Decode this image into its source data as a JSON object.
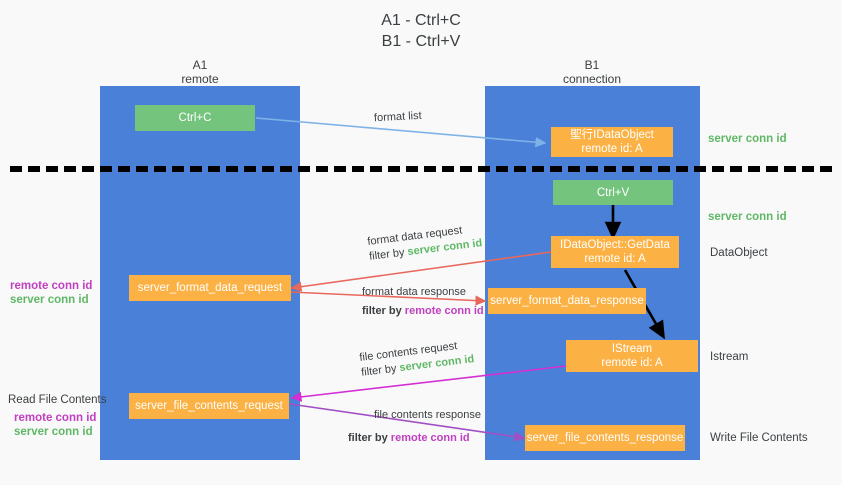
{
  "title": {
    "line1": "A1 - Ctrl+C",
    "line2": "B1 - Ctrl+V"
  },
  "lanes": [
    {
      "id": "a1",
      "name": "A1",
      "sub": "remote",
      "color": "#4a80d8"
    },
    {
      "id": "b1",
      "name": "B1",
      "sub": "connection",
      "color": "#4a80d8"
    }
  ],
  "nodes": {
    "ctrl_c": {
      "line1": "Ctrl+C",
      "color": "#74c47d"
    },
    "idataobject_top": {
      "line1": "堲行IDataObject",
      "line2": "remote id: A",
      "color": "#fbb144"
    },
    "ctrl_v": {
      "line1": "Ctrl+V",
      "color": "#74c47d"
    },
    "idataobject_getdata": {
      "line1": "IDataObject::GetData",
      "line2": "remote id: A",
      "color": "#fbb144"
    },
    "server_format_data_request": {
      "line1": "server_format_data_request",
      "color": "#fbb144"
    },
    "server_format_data_response": {
      "line1": "server_format_data_response",
      "color": "#fbb144"
    },
    "istream": {
      "line1": "IStream",
      "line2": "remote id: A",
      "color": "#fbb144"
    },
    "server_file_contents_request": {
      "line1": "server_file_contents_request",
      "color": "#fbb144"
    },
    "server_file_contents_response": {
      "line1": "server_file_contents_response",
      "color": "#fbb144"
    }
  },
  "right_labels": {
    "server_conn_id_1": "server conn id",
    "server_conn_id_2": "server conn id",
    "dataobject": "DataObject",
    "istream": "Istream",
    "write_file_contents": "Write File Contents"
  },
  "left_labels": {
    "remote_conn_id_1": "remote conn id",
    "server_conn_id_1": "server conn id",
    "read_file_contents": "Read File Contents",
    "remote_conn_id_2": "remote conn id",
    "server_conn_id_2": "server conn id"
  },
  "edges": {
    "format_list": "format list",
    "format_data_request": "format data request",
    "format_data_request_filter_prefix": "filter by ",
    "format_data_request_filter_value": "server conn id",
    "format_data_response": "format data response",
    "format_data_response_filter_prefix": "filter by ",
    "format_data_response_filter_value": "remote conn id",
    "file_contents_request": "file contents request",
    "file_contents_request_filter_prefix": "filter by ",
    "file_contents_request_filter_value": "server conn id",
    "file_contents_response": "file contents response",
    "file_contents_response_filter_prefix": "filter by ",
    "file_contents_response_filter_value": "remote conn id"
  },
  "colors": {
    "lane": "#4a80d8",
    "green_box": "#74c47d",
    "orange_box": "#fbb144",
    "green_text": "#5fb865",
    "magenta_text": "#c13fc1",
    "arrow_blue": "#7fb3e8",
    "arrow_red": "#e8685d",
    "arrow_magenta": "#d42fd4",
    "arrow_purple": "#a14fc4",
    "arrow_black": "#000000",
    "background": "#f9f9f9"
  }
}
